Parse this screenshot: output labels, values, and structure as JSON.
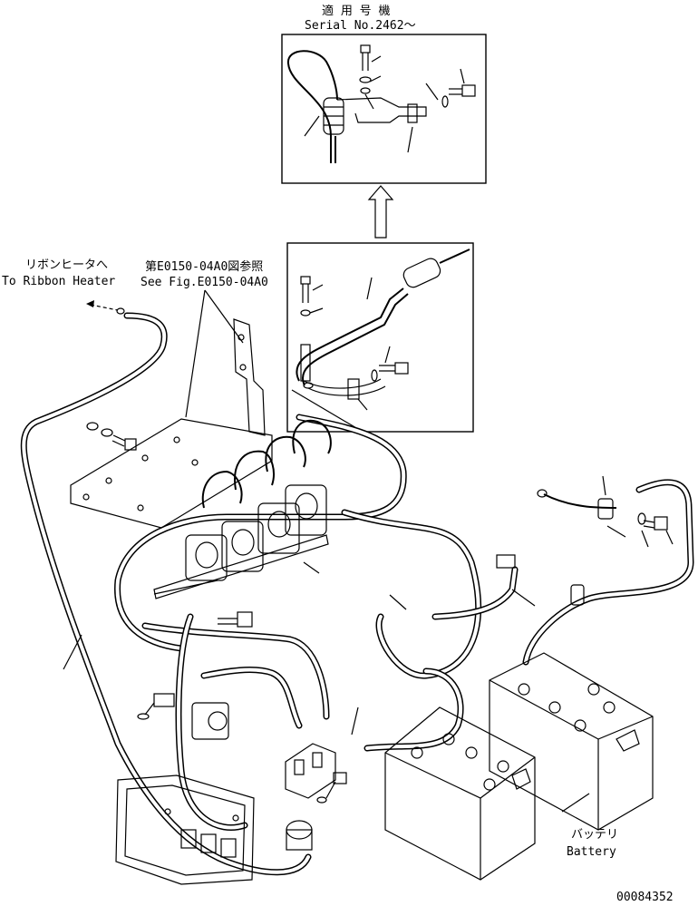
{
  "labels": {
    "serial_jp": "適 用 号 機",
    "serial_en": "Serial No.2462～",
    "ribbon_jp": "リボンヒータへ",
    "ribbon_en": "To Ribbon Heater",
    "see_fig_jp": "第E0150-04A0図参照",
    "see_fig_en": "See Fig.E0150-04A0",
    "battery_jp": "バッテリ",
    "battery_en": "Battery",
    "drawing_no": "00084352"
  }
}
